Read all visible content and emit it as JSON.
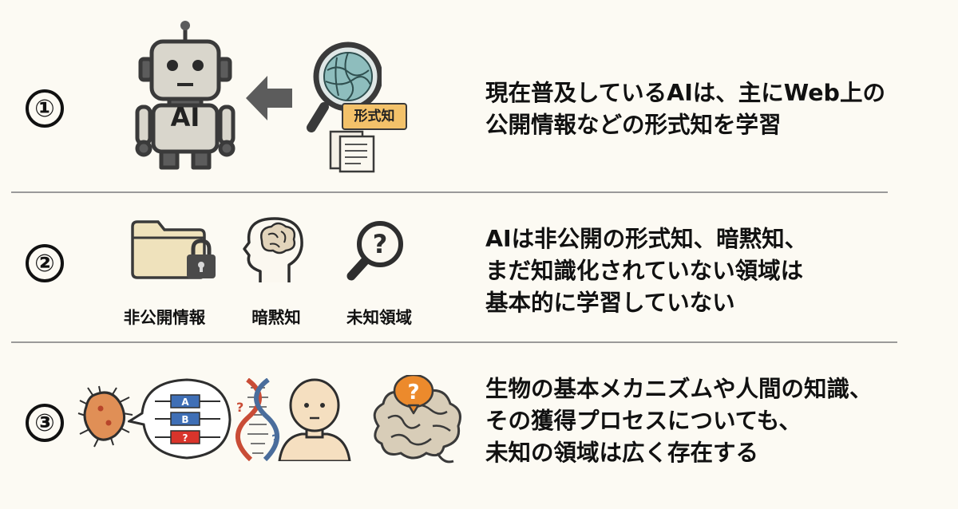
{
  "rows": [
    {
      "number": "①",
      "caption": "現在普及しているAIは、主にWeb上の\n公開情報などの形式知を学習",
      "robot_text": "AI",
      "tag_text": "形式知"
    },
    {
      "number": "②",
      "caption": "AIは非公開の形式知、暗黙知、\nまだ知識化されていない領域は\n基本的に学習していない",
      "labels": [
        "非公開情報",
        "暗黙知",
        "未知領域"
      ]
    },
    {
      "number": "③",
      "caption": "生物の基本メカニズムや人間の知識、\nその獲得プロセスについても、\n未知の領域は広く存在する",
      "bubble_items": [
        "A",
        "B",
        "?"
      ]
    }
  ],
  "colors": {
    "background": "#fcfaf3",
    "robot": "#d9d6cc",
    "arrow": "#5c5c5c",
    "tag": "#f3c26a",
    "folder": "#efe2bc",
    "brain": "#d8cdb8",
    "skin": "#f5dfc0",
    "question_orange": "#ec8a2c",
    "dna_red": "#c94c36",
    "dna_blue": "#4a6d9c",
    "bacterium": "#e08f56",
    "box_blue": "#3f6fb6",
    "box_red": "#d9342b"
  }
}
